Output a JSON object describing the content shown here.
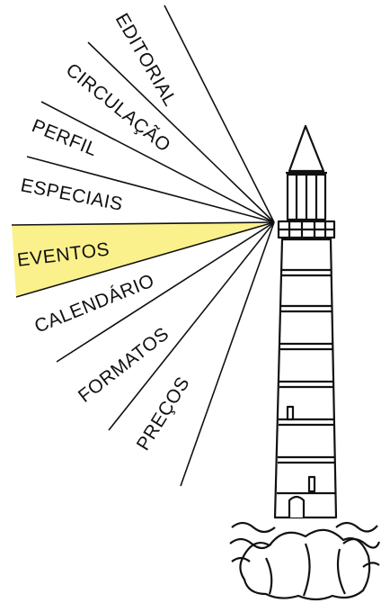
{
  "menu": {
    "items": [
      {
        "label": "EDITORIAL",
        "highlighted": false
      },
      {
        "label": "CIRCULAÇÃO",
        "highlighted": false
      },
      {
        "label": "PERFIL",
        "highlighted": false
      },
      {
        "label": "ESPECIAIS",
        "highlighted": false
      },
      {
        "label": "EVENTOS",
        "highlighted": true
      },
      {
        "label": "CALENDÁRIO",
        "highlighted": false
      },
      {
        "label": "FORMATOS",
        "highlighted": false
      },
      {
        "label": "PREÇOS",
        "highlighted": false
      }
    ]
  },
  "colors": {
    "highlight": "#fbf18c",
    "ink": "#111111",
    "background": "#ffffff"
  },
  "icons": {
    "lighthouse": "lighthouse-illustration"
  }
}
